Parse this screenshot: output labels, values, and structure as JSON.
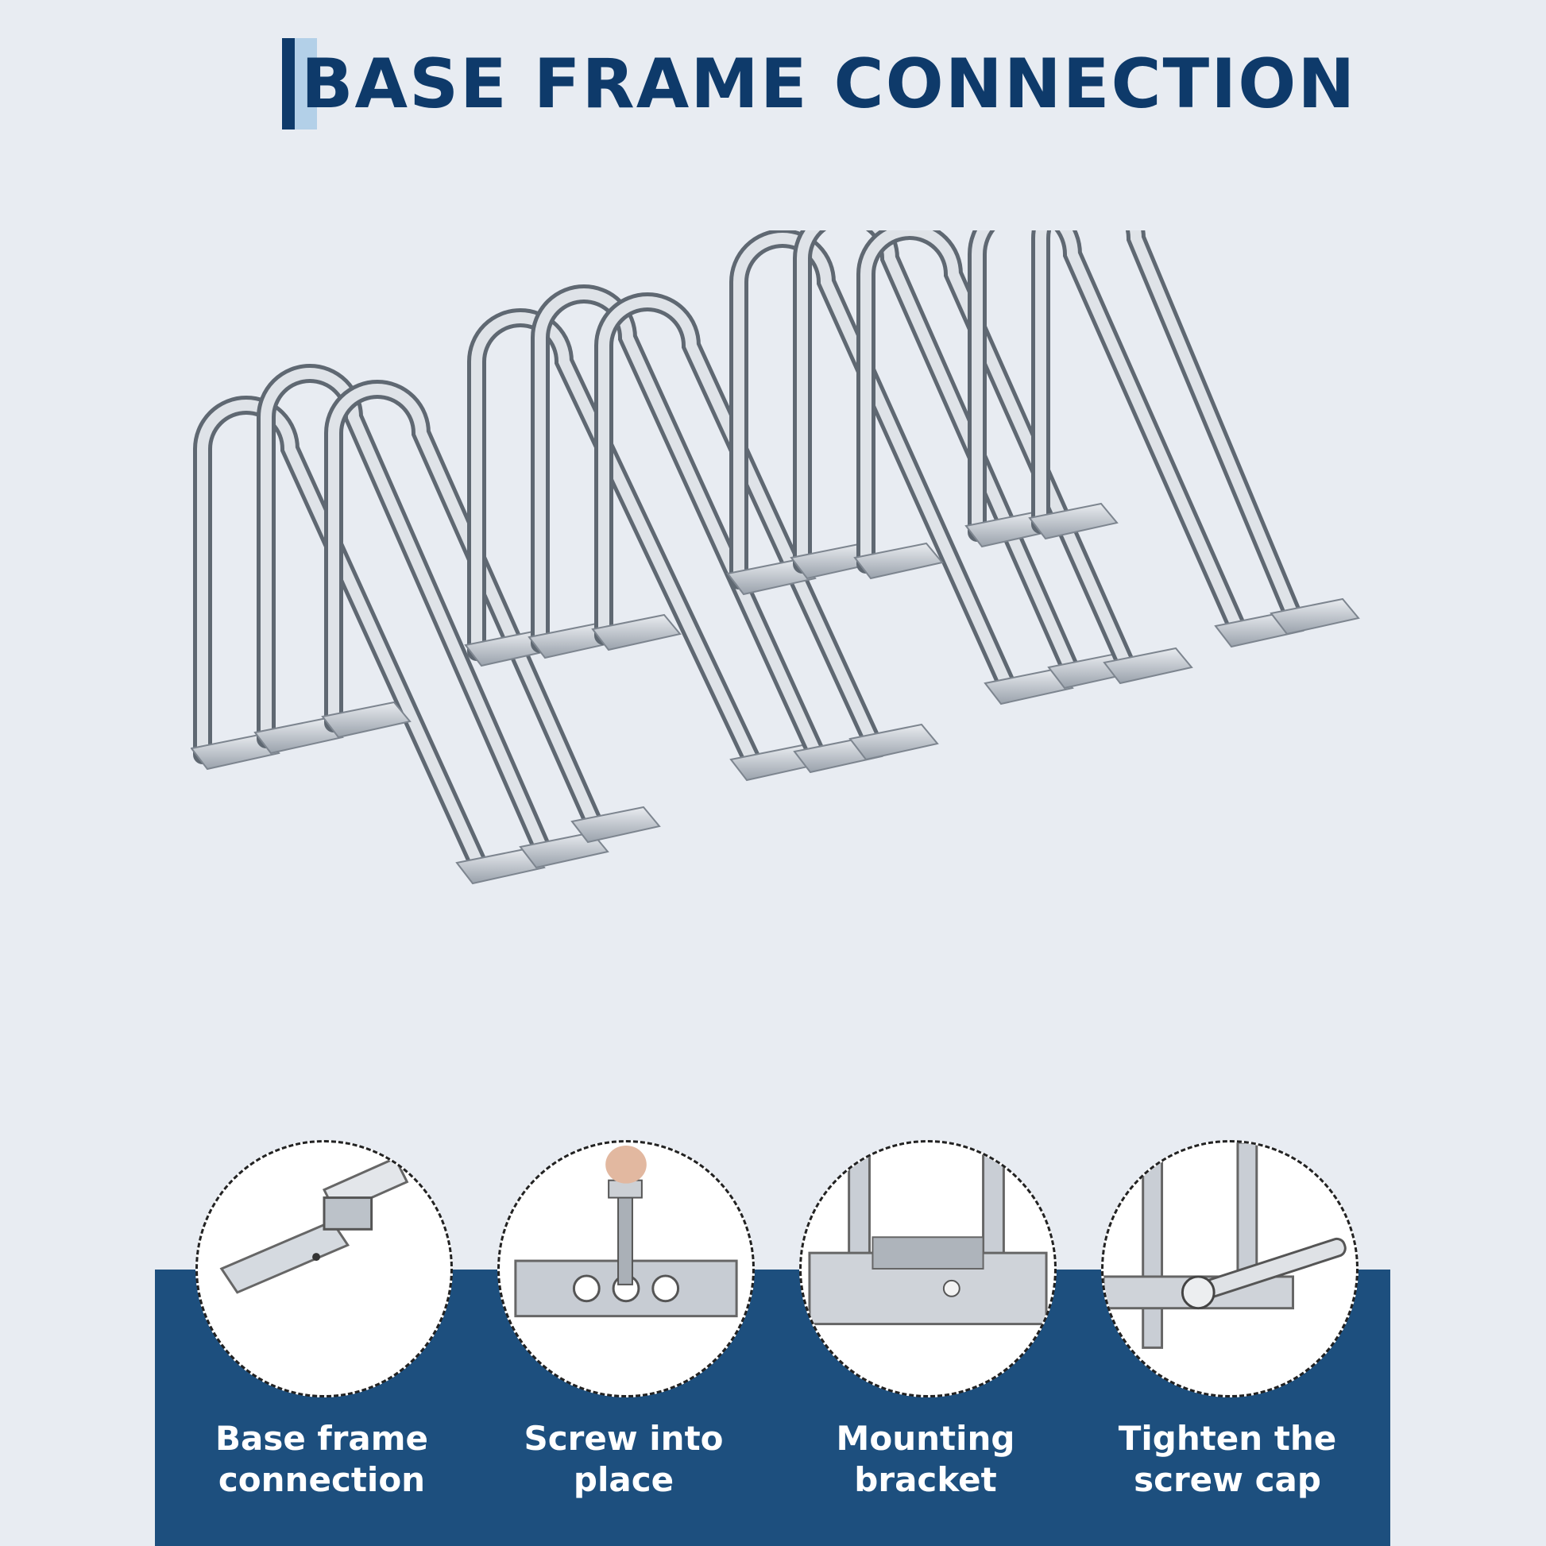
{
  "title": "BASE FRAME CONNECTION",
  "colors": {
    "background": "#e8ecf2",
    "title": "#0e3a6a",
    "accent_light": "#a9cbe6",
    "band": "#1d4f7e",
    "caption": "#ffffff",
    "chrome": "#c9ced6"
  },
  "steps": [
    {
      "line1": "Base frame",
      "line2": "connection",
      "icon": "tube-joint-icon"
    },
    {
      "line1": "Screw into",
      "line2": "place",
      "icon": "screw-insert-icon"
    },
    {
      "line1": "Mounting",
      "line2": "bracket",
      "icon": "mounting-bracket-icon"
    },
    {
      "line1": "Tighten the",
      "line2": "screw cap",
      "icon": "wrench-tighten-icon"
    }
  ]
}
